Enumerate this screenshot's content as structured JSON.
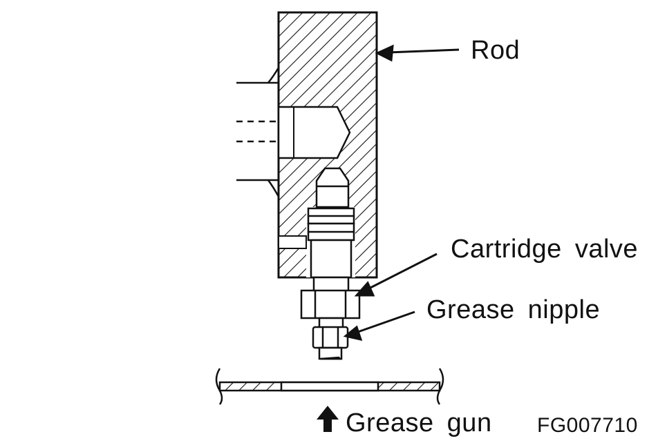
{
  "labels": {
    "rod": "Rod",
    "cartridge_valve": "Cartridge  valve",
    "grease_nipple": "Grease  nipple",
    "grease_gun": "Grease  gun",
    "figure_code": "FG007710"
  },
  "colors": {
    "line": "#111111",
    "background": "#ffffff"
  }
}
